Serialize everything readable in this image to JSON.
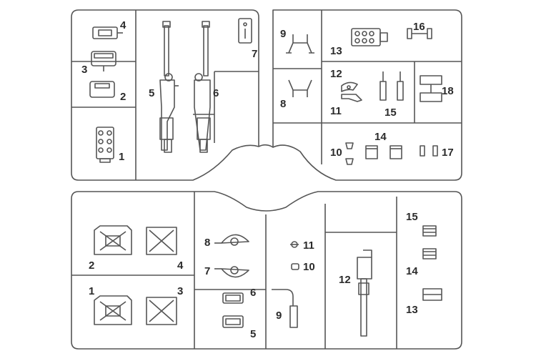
{
  "colors": {
    "ink": "#333333",
    "frame": "#555555",
    "paper": "#ffffff",
    "label": "#2b2b2b"
  },
  "top_sprue": {
    "labels": [
      "1",
      "2",
      "3",
      "4",
      "5",
      "6",
      "7",
      "8",
      "9",
      "10",
      "11",
      "12",
      "13",
      "14",
      "15",
      "16",
      "17",
      "18"
    ]
  },
  "bottom_sprue": {
    "labels": [
      "1",
      "2",
      "3",
      "4",
      "5",
      "6",
      "7",
      "8",
      "9",
      "10",
      "11",
      "12",
      "13",
      "14",
      "15"
    ]
  }
}
